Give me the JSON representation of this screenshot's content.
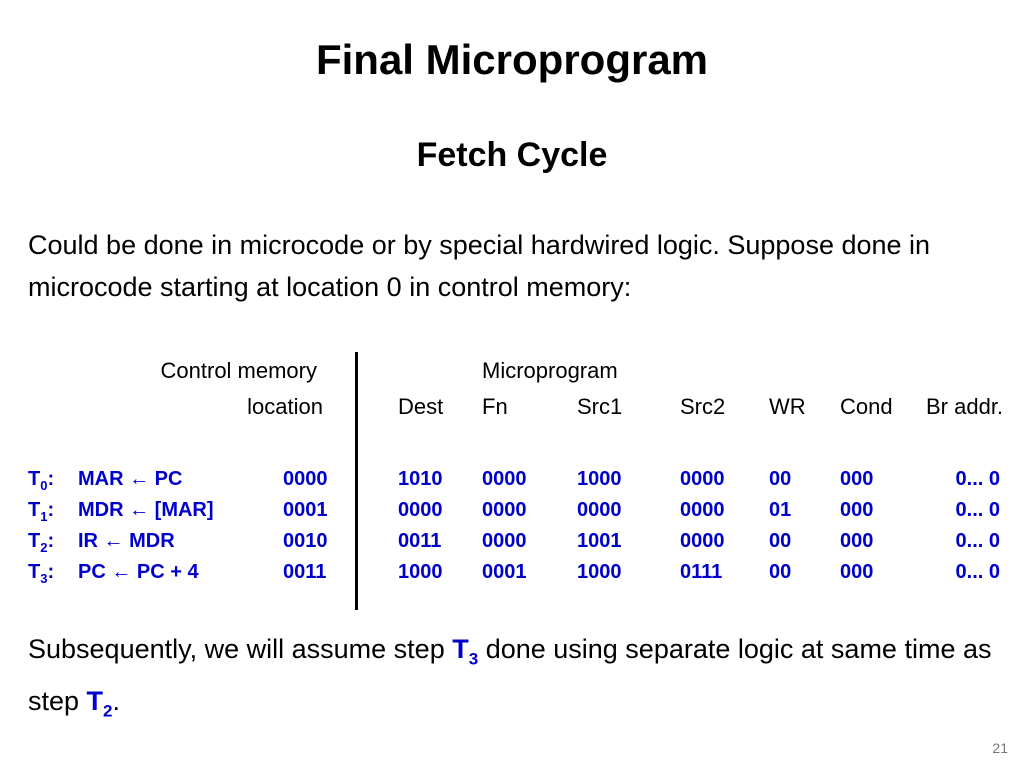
{
  "slide": {
    "title": "Final Microprogram",
    "subtitle": "Fetch Cycle",
    "intro": "Could be done in microcode or by special hardwired logic. Suppose done in microcode starting at location 0 in control memory:",
    "outro_before": "Subsequently, we will assume step ",
    "outro_t3_main": "T",
    "outro_t3_sub": "3",
    "outro_middle": " done using separate logic at same time as step ",
    "outro_t2_main": "T",
    "outro_t2_sub": "2",
    "outro_end": ".",
    "page_number": "21"
  },
  "table": {
    "header_control_memory": "Control memory",
    "header_location": "location",
    "header_microprogram": "Microprogram",
    "columns": [
      "Dest",
      "Fn",
      "Src1",
      "Src2",
      "WR",
      "Cond",
      "Br addr."
    ],
    "rows": [
      {
        "t": "T",
        "sub": "0",
        "op": "MAR ← PC",
        "loc": "0000",
        "dest": "1010",
        "fn": "0000",
        "src1": "1000",
        "src2": "0000",
        "wr": "00",
        "cond": "000",
        "br": "0... 0"
      },
      {
        "t": "T",
        "sub": "1",
        "op": "MDR ← [MAR]",
        "loc": "0001",
        "dest": "0000",
        "fn": "0000",
        "src1": "0000",
        "src2": "0000",
        "wr": "01",
        "cond": "000",
        "br": "0... 0"
      },
      {
        "t": "T",
        "sub": "2",
        "op": "IR ← MDR",
        "loc": "0010",
        "dest": "0011",
        "fn": "0000",
        "src1": "1001",
        "src2": "0000",
        "wr": "00",
        "cond": "000",
        "br": "0... 0"
      },
      {
        "t": "T",
        "sub": "3",
        "op": "PC ← PC + 4",
        "loc": "0011",
        "dest": "1000",
        "fn": "0001",
        "src1": "1000",
        "src2": "0111",
        "wr": "00",
        "cond": "000",
        "br": "0... 0"
      }
    ]
  }
}
